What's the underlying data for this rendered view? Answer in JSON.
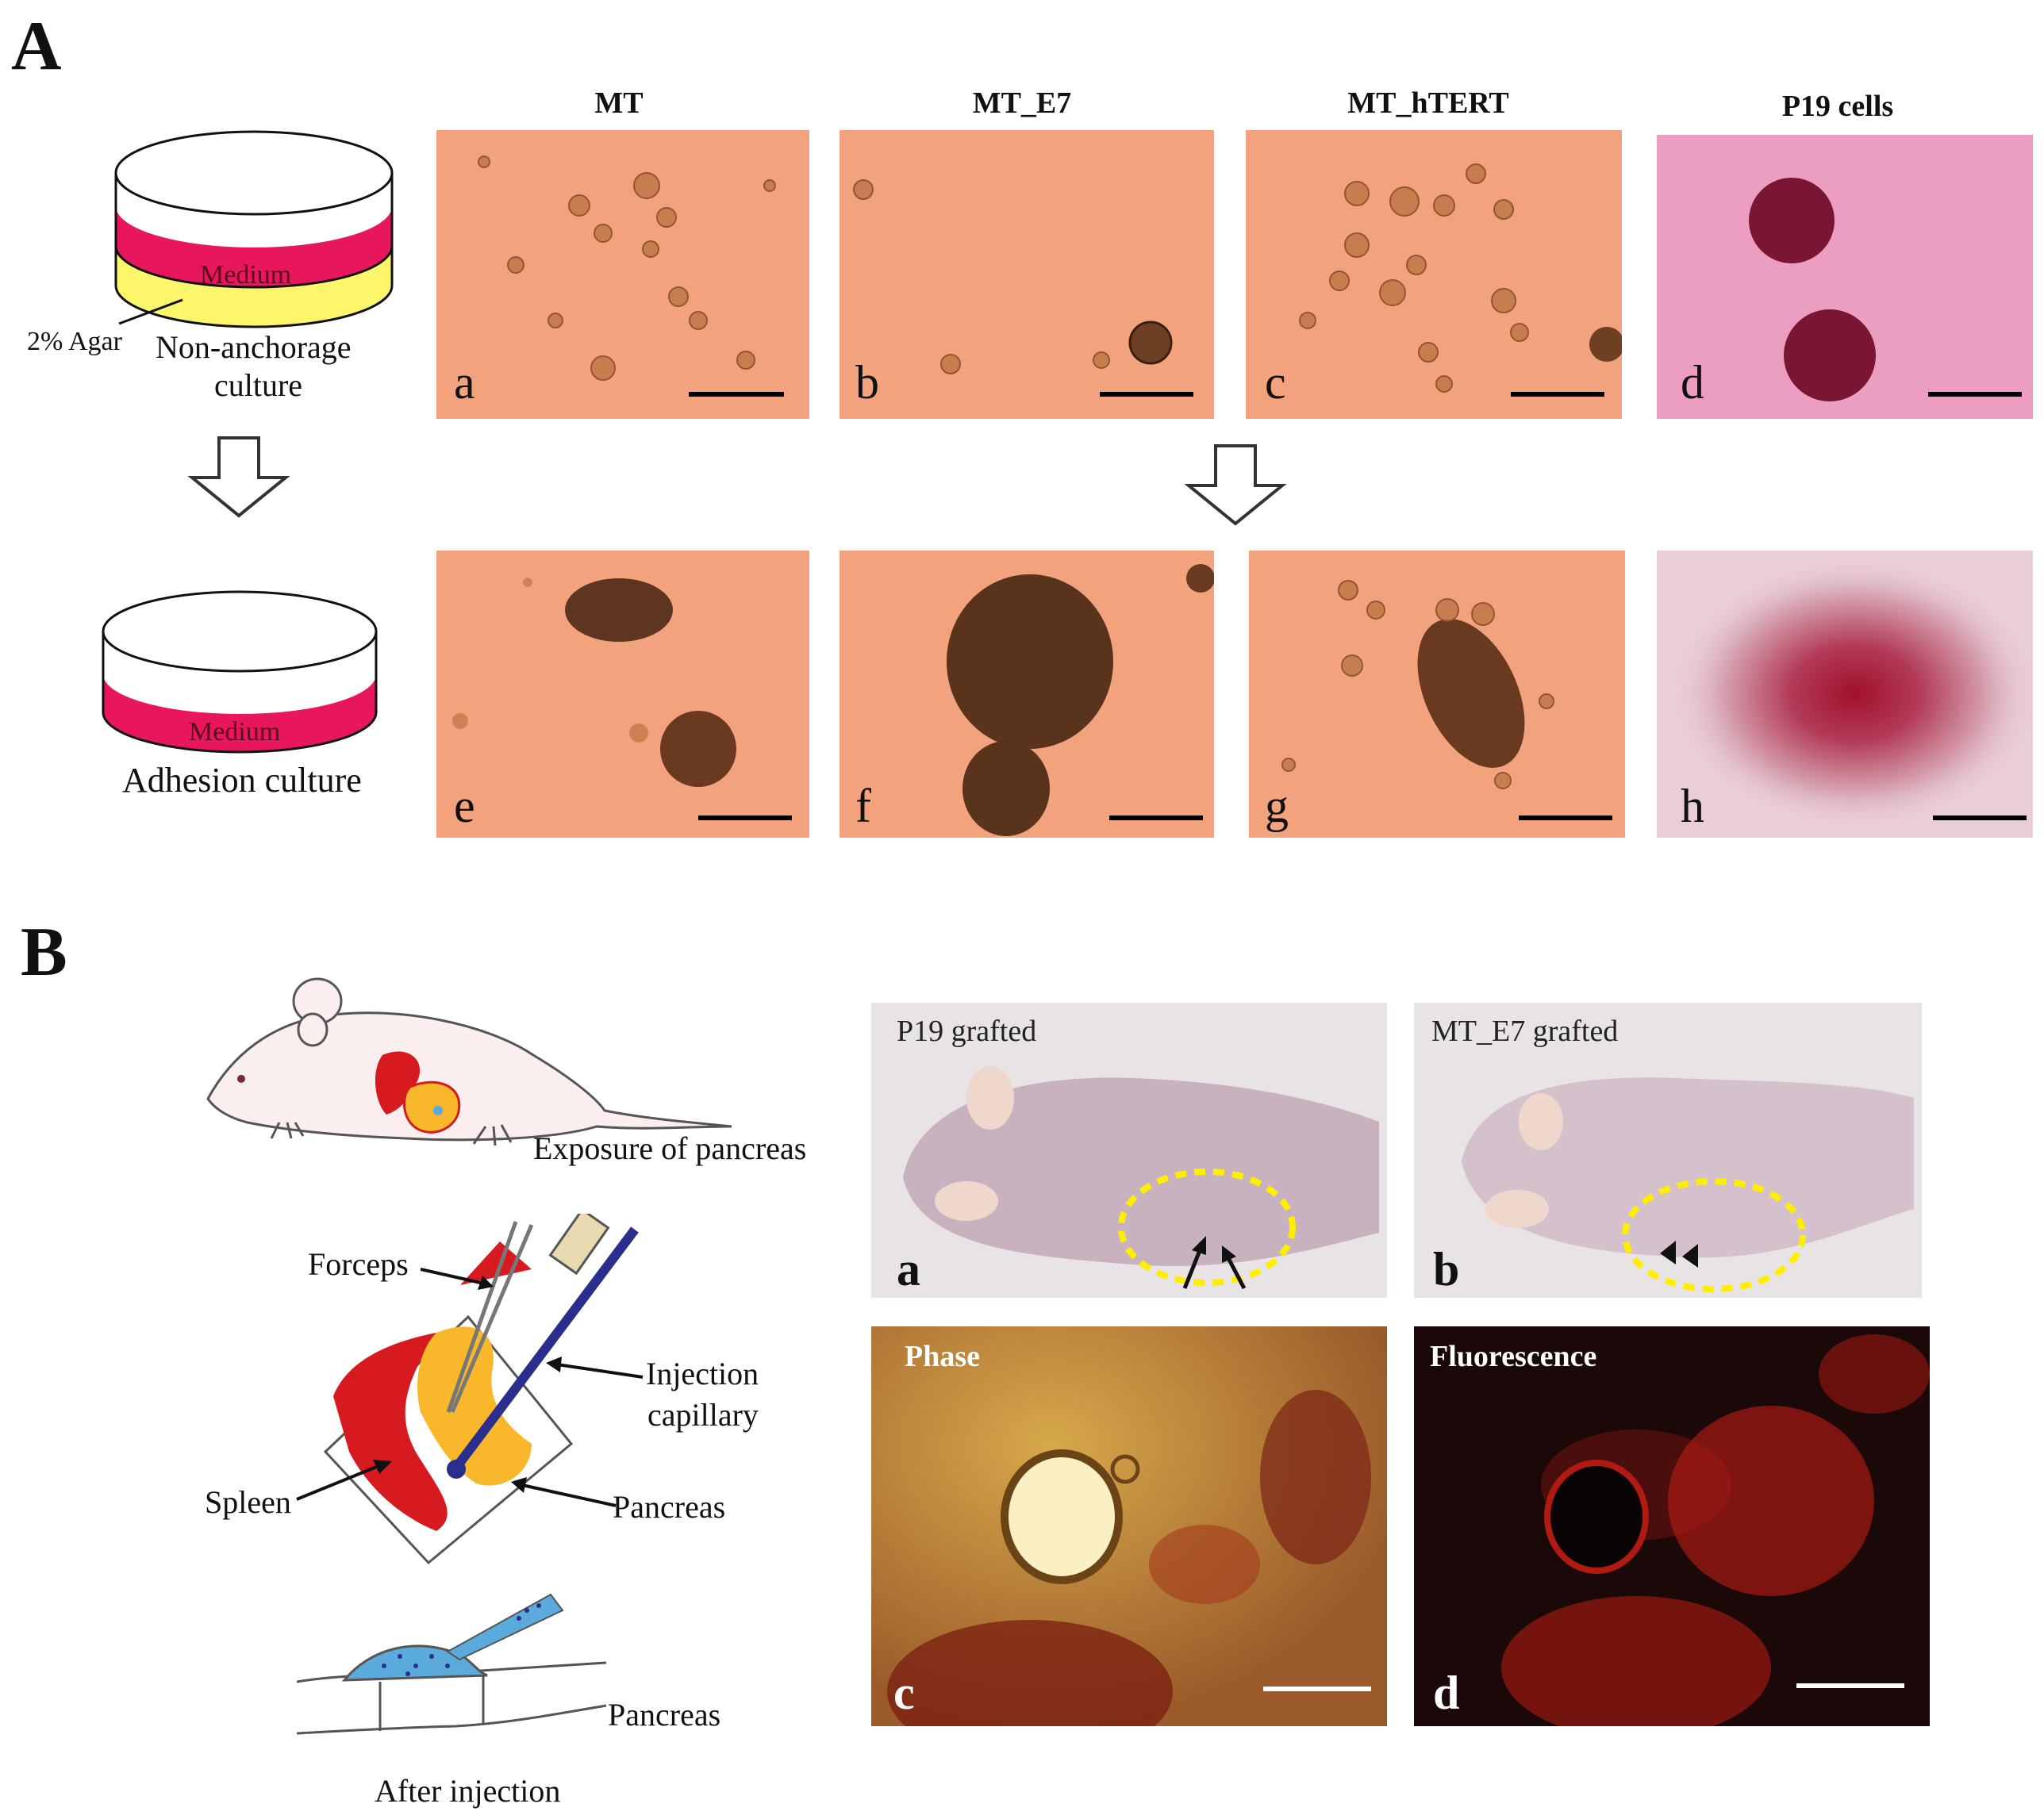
{
  "panelA": {
    "letter": "A",
    "columns": [
      "MT",
      "MT_E7",
      "MT_hTERT",
      "P19 cells"
    ],
    "sublabels_top": [
      "a",
      "b",
      "c",
      "d"
    ],
    "sublabels_bottom": [
      "e",
      "f",
      "g",
      "h"
    ],
    "dish1": {
      "medium": "Medium",
      "agar": "2% Agar",
      "caption_line1": "Non-anchorage",
      "caption_line2": "culture"
    },
    "dish2": {
      "medium": "Medium",
      "caption": "Adhesion culture"
    }
  },
  "panelB": {
    "letter": "B",
    "exposure": "Exposure of pancreas",
    "forceps": "Forceps",
    "injection_line1": "Injection",
    "injection_line2": "capillary",
    "spleen": "Spleen",
    "pancreas1": "Pancreas",
    "pancreas2": "Pancreas",
    "after_injection": "After injection",
    "photos": [
      {
        "title": "P19 grafted",
        "sub": "a"
      },
      {
        "title": "MT_E7 grafted",
        "sub": "b"
      },
      {
        "title": "Phase",
        "sub": "c"
      },
      {
        "title": "Fluorescence",
        "sub": "d"
      }
    ]
  },
  "colors": {
    "culture_bg": "#f3a27e",
    "p19_bg": "#ec9ec0",
    "medium": "#e8175d",
    "agar": "#fdf56a",
    "mouse_body": "#fbeeee",
    "spleen": "#d71920",
    "pancreas": "#f9b82b",
    "capillary": "#2b2e8c",
    "dots_blue": "#5aaadb"
  }
}
